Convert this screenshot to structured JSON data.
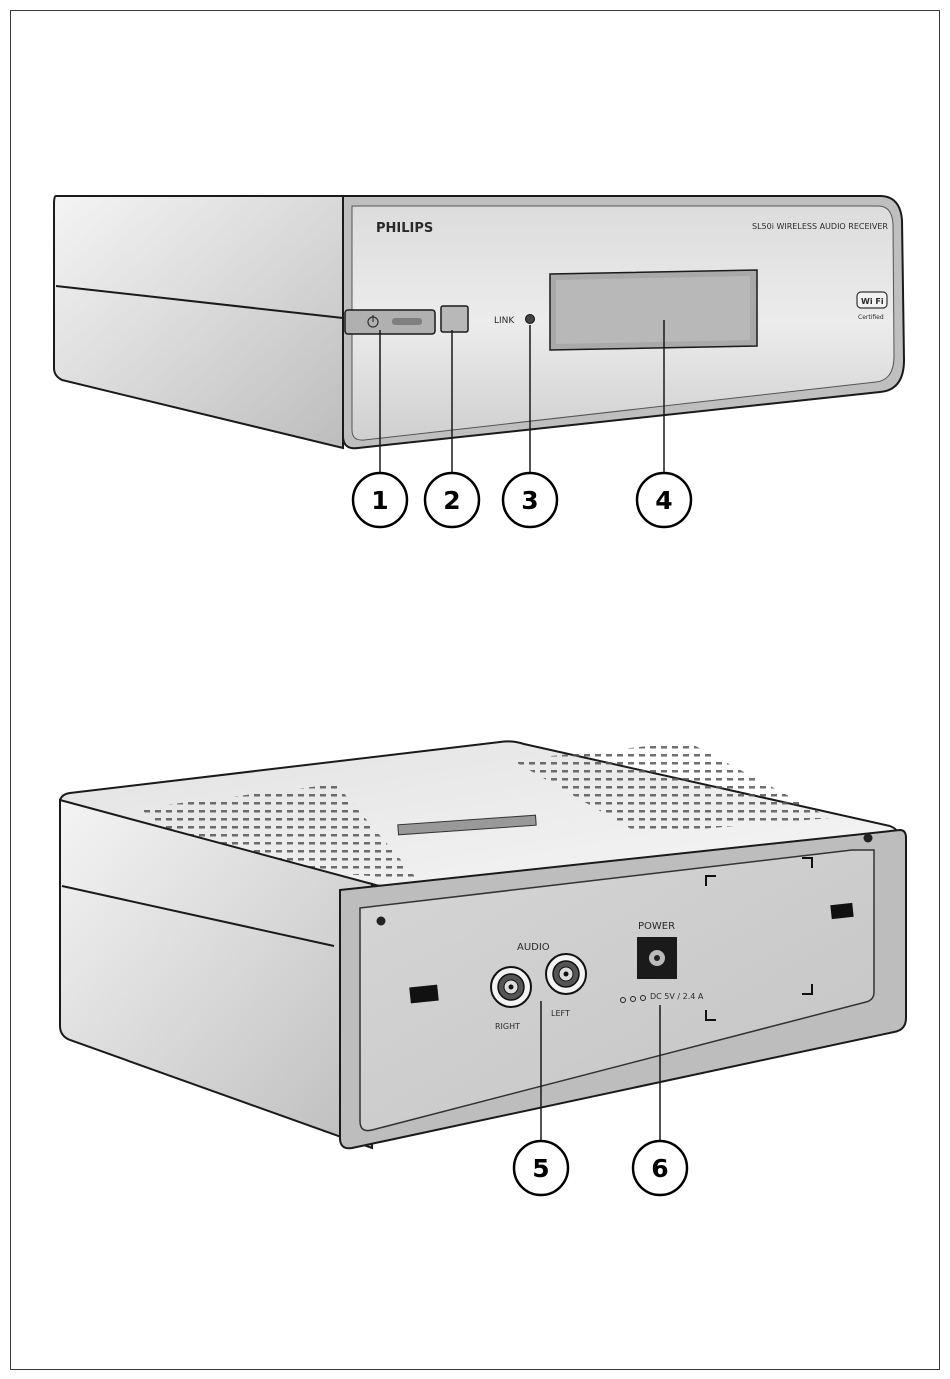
{
  "front_view": {
    "brand": "PHILIPS",
    "model_label": "SL50i WIRELESS AUDIO RECEIVER",
    "link_label": "LINK",
    "wifi_badge": "Wi Fi",
    "wifi_certified": "Certified",
    "callouts": [
      "1",
      "2",
      "3",
      "4"
    ]
  },
  "rear_view": {
    "audio_label": "AUDIO",
    "right_label": "RIGHT",
    "left_label": "LEFT",
    "power_label": "POWER",
    "dc_label": "DC 5V / 2.4 A",
    "callouts": [
      "5",
      "6"
    ]
  },
  "colors": {
    "outline": "#1a1a1a",
    "body_light": "#e9e9e9",
    "body_mid": "#cfcfcf",
    "body_dark": "#9a9a9a"
  }
}
